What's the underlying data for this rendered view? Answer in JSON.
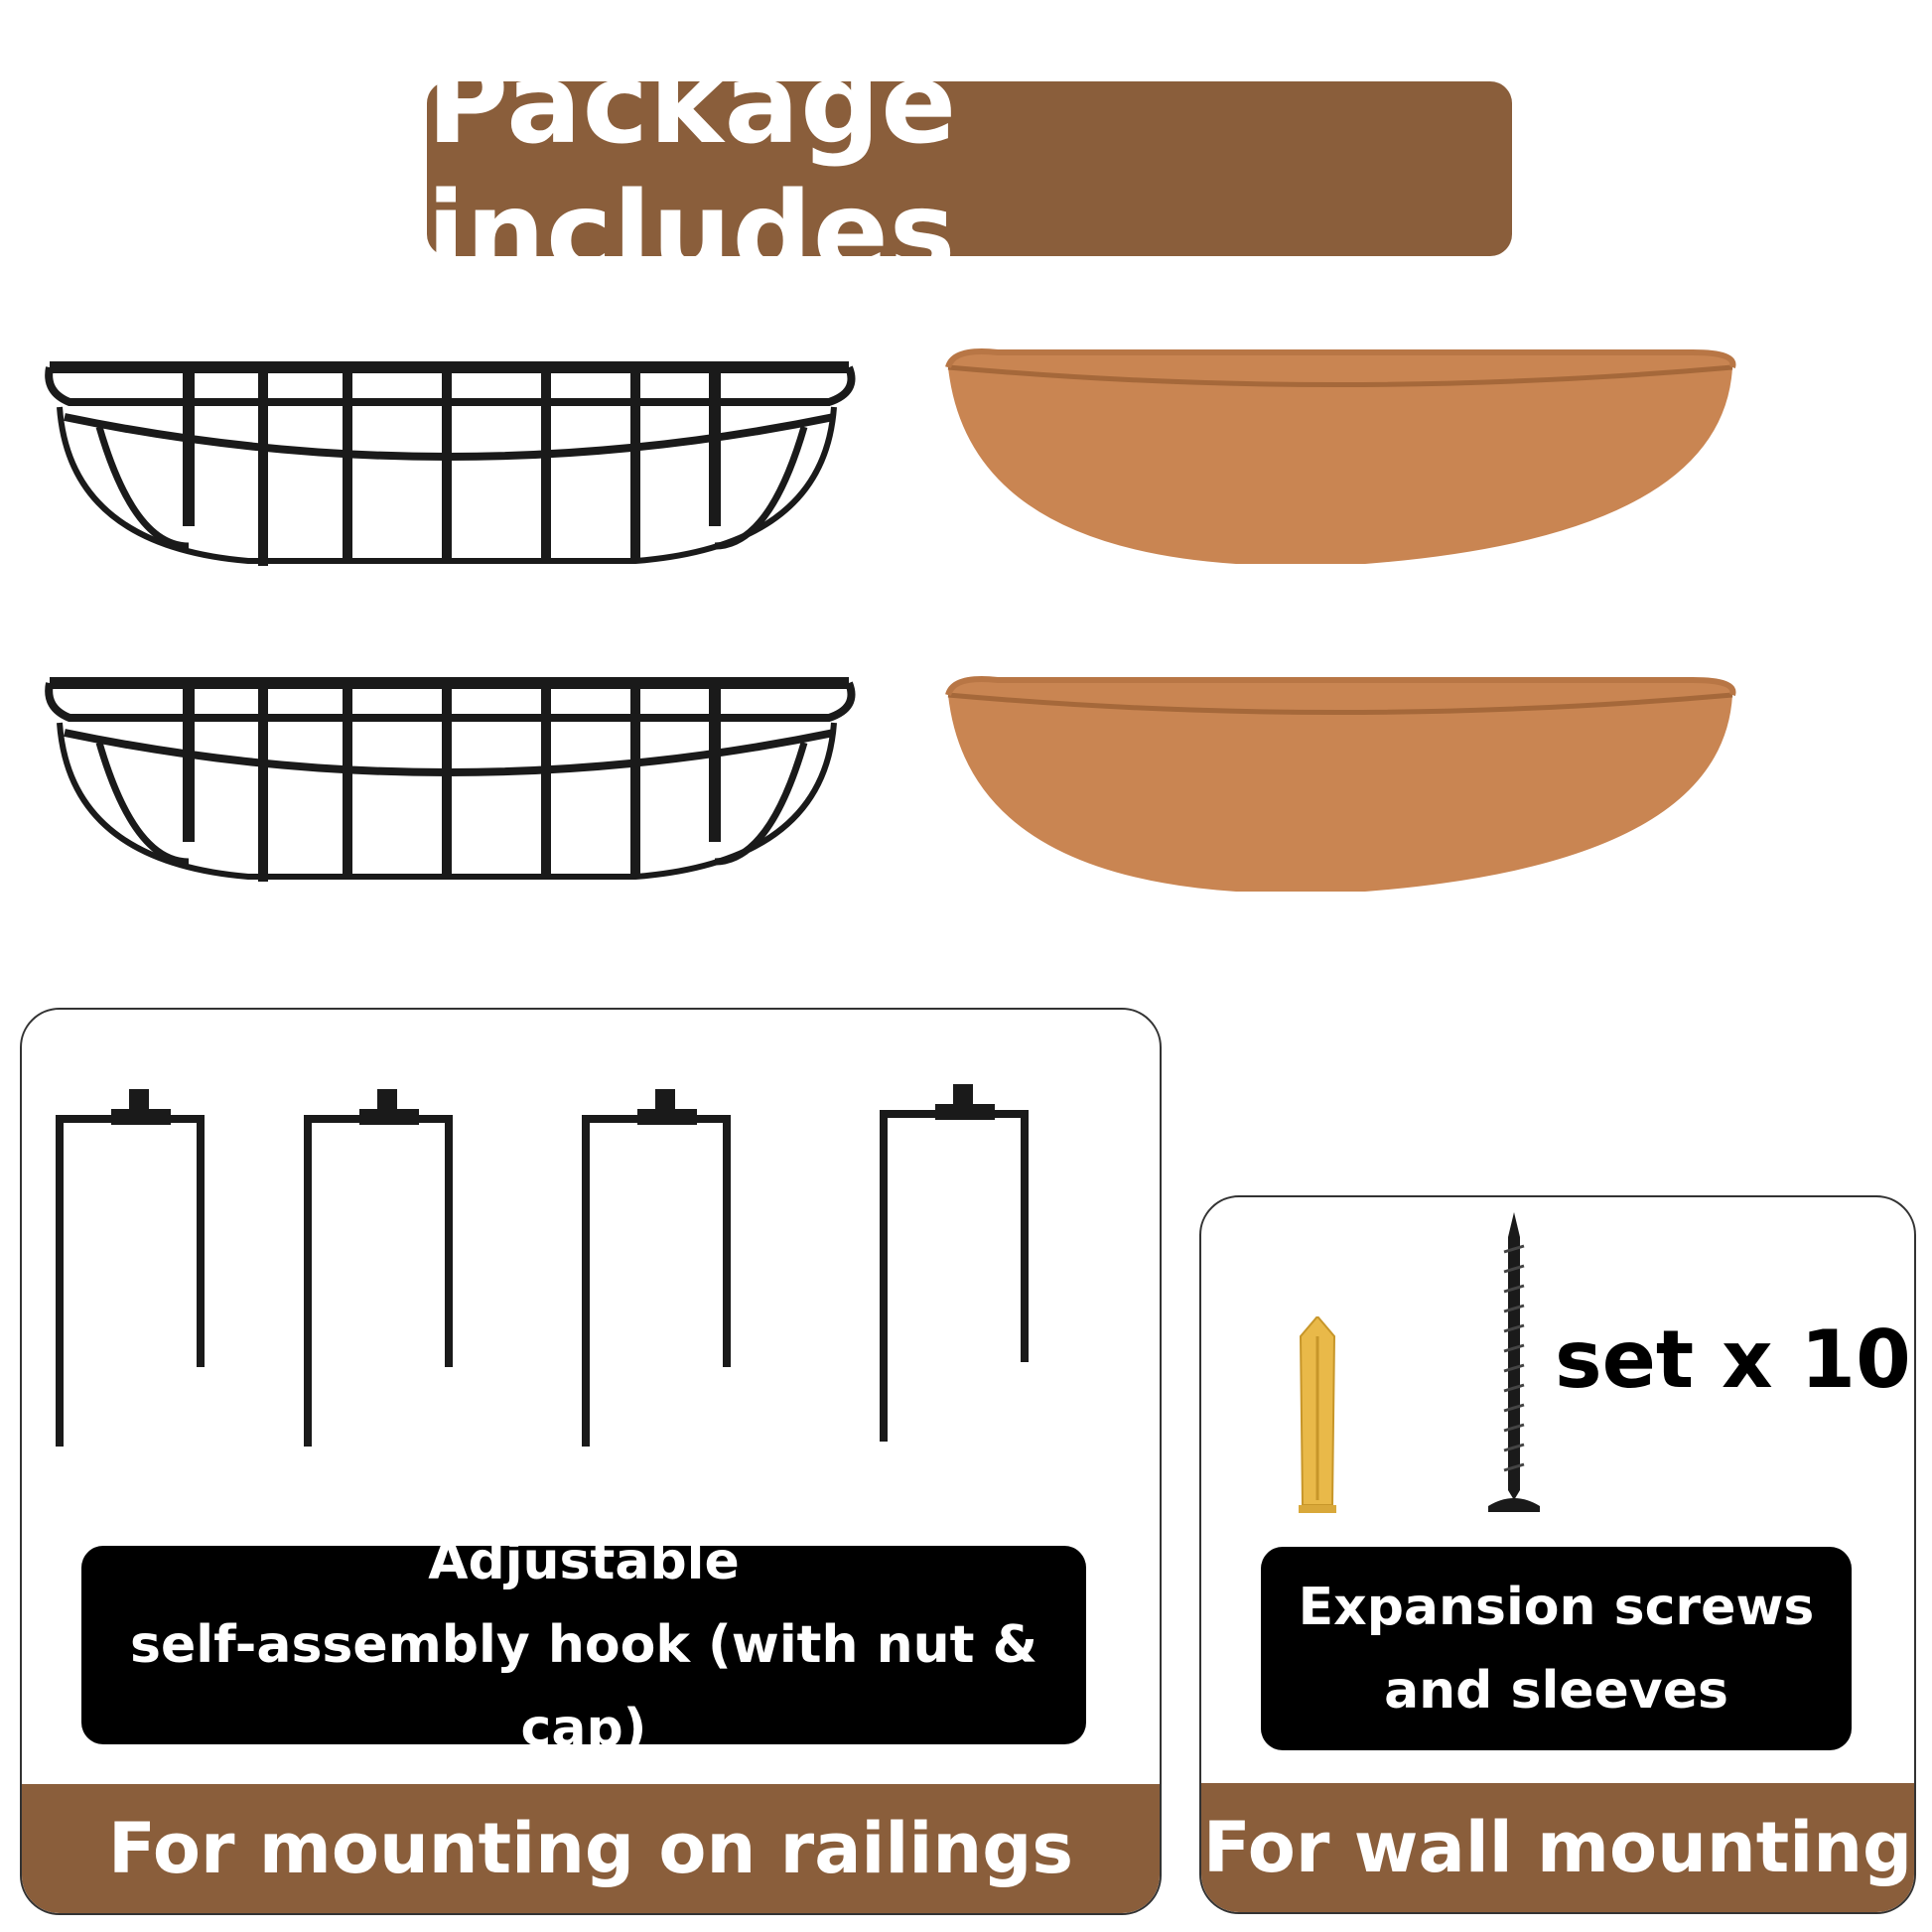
{
  "title": "Package includes",
  "items": {
    "baskets": {
      "icon": "wire-basket-icon",
      "count": 2
    },
    "liners": {
      "icon": "coco-liner-icon",
      "count": 2
    }
  },
  "railing_panel": {
    "caption_line1": "Adjustable",
    "caption_line2": "self-assembly hook (with nut & cap)",
    "footer": "For mounting on railings",
    "hook_icon": "hook-icon",
    "hook_count": 4
  },
  "wall_panel": {
    "set_label": "set x 10",
    "caption_line1": "Expansion screws",
    "caption_line2": "and sleeves",
    "footer": "For wall mounting",
    "icons": [
      "sleeve-icon",
      "screw-icon"
    ]
  },
  "colors": {
    "brand_brown": "#8a5e3b",
    "coir": "#c98552",
    "metal": "#1a1a1a",
    "sleeve": "#e9b949"
  }
}
